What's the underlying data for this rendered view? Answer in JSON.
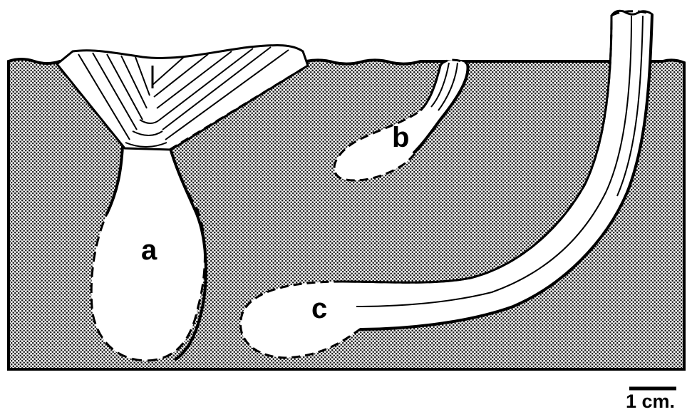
{
  "labels": {
    "a": "a",
    "b": "b",
    "c": "c"
  },
  "scale_bar": {
    "text": "1 cm."
  },
  "colors": {
    "sediment_fill": "#8a8a8a",
    "outline": "#000000",
    "burrow_fill": "#ffffff"
  }
}
